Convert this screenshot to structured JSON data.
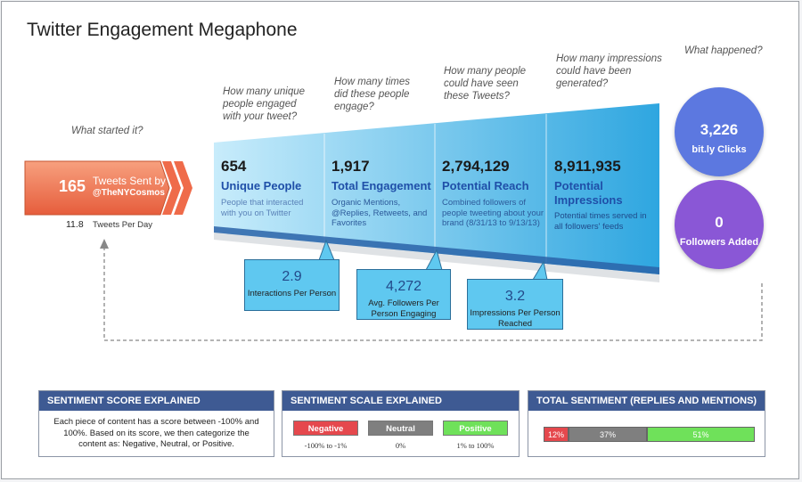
{
  "title": "Twitter Engagement Megaphone",
  "questions": {
    "started": "What started it?",
    "unique": "How many unique people engaged with your tweet?",
    "times": "How many times did these people engage?",
    "seen": "How many people could have seen these Tweets?",
    "impressions": "How many impressions could have been generated?",
    "happened": "What happened?"
  },
  "tweets": {
    "count": "165",
    "label": "Tweets Sent by",
    "handle": "@TheNYCosmos",
    "per_day_value": "11.8",
    "per_day_label": "Tweets Per Day"
  },
  "stats": [
    {
      "value": "654",
      "heading": "Unique People",
      "desc": "People that interacted with you on Twitter"
    },
    {
      "value": "1,917",
      "heading": "Total Engagement",
      "desc": "Organic Mentions, @Replies, Retweets, and Favorites"
    },
    {
      "value": "2,794,129",
      "heading": "Potential Reach",
      "desc": "Combined followers of people tweeting about your brand (8/31/13 to 9/13/13)"
    },
    {
      "value": "8,911,935",
      "heading": "Potential Impressions",
      "desc": "Potential times served in all followers' feeds"
    }
  ],
  "callouts": [
    {
      "value": "2.9",
      "label": "Interactions Per Person"
    },
    {
      "value": "4,272",
      "label": "Avg. Followers Per Person Engaging"
    },
    {
      "value": "3.2",
      "label": "Impressions Per Person Reached"
    }
  ],
  "outcomes": [
    {
      "value": "3,226",
      "label": "bit.ly Clicks",
      "color": "#5c78e0"
    },
    {
      "value": "0",
      "label": "Followers Added",
      "color": "#8a57d6"
    }
  ],
  "panels": {
    "score": {
      "title": "SENTIMENT SCORE EXPLAINED",
      "text": "Each piece of content has a score between -100% and 100%. Based on its score, we then categorize the content as: Negative, Neutral, or Positive."
    },
    "scale": {
      "title": "SENTIMENT SCALE EXPLAINED",
      "items": [
        {
          "label": "Negative",
          "range": "-100% to -1%",
          "color": "#e5484d"
        },
        {
          "label": "Neutral",
          "range": "0%",
          "color": "#7f7f7f"
        },
        {
          "label": "Positive",
          "range": "1% to 100%",
          "color": "#6fe15a"
        }
      ]
    },
    "total": {
      "title": "TOTAL SENTIMENT (REPLIES AND MENTIONS)",
      "segments": [
        {
          "label": "12%",
          "share": 0.12,
          "color": "#e5484d"
        },
        {
          "label": "37%",
          "share": 0.37,
          "color": "#7f7f7f"
        },
        {
          "label": "51%",
          "share": 0.51,
          "color": "#6fe15a"
        }
      ]
    }
  },
  "colors": {
    "accent_orange": "#f07050",
    "funnel_light": "#b8e6fa",
    "funnel_dark": "#2ea6e0",
    "header_blue": "#3e5a93"
  }
}
